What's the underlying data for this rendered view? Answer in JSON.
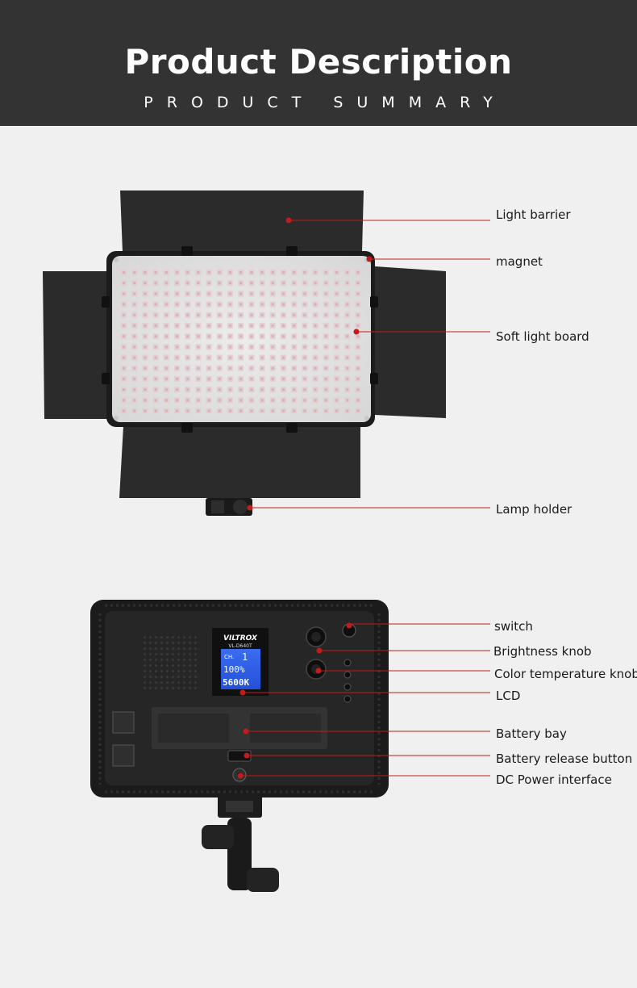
{
  "header": {
    "title": "Product Description",
    "subtitle": "PRODUCT SUMMARY"
  },
  "colors": {
    "header_bg": "#333333",
    "page_bg": "#f0f0f0",
    "callout": "#cc1a1a"
  },
  "front_view": {
    "callouts": [
      {
        "label": "Light barrier"
      },
      {
        "label": "magnet"
      },
      {
        "label": "Soft light board"
      },
      {
        "label": "Lamp holder"
      }
    ]
  },
  "back_view": {
    "brand": "VILTROX",
    "model": "VL-D640T",
    "lcd": {
      "channel_label": "CH.",
      "channel_value": "1",
      "brightness": "100%",
      "color_temp": "5600K"
    },
    "callouts": [
      {
        "label": "switch"
      },
      {
        "label": "Brightness knob"
      },
      {
        "label": "Color temperature knob"
      },
      {
        "label": "LCD"
      },
      {
        "label": "Battery bay"
      },
      {
        "label": "Battery release button"
      },
      {
        "label": "DC Power interface"
      }
    ]
  }
}
